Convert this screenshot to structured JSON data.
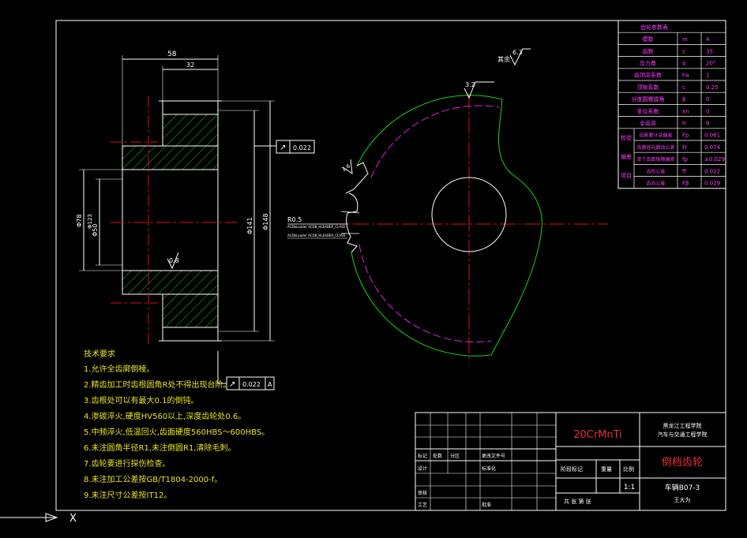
{
  "colors": {
    "bg": "#000000",
    "frame": "#ffffff",
    "table": "#ffffff",
    "hatch": "#19c819",
    "center": "#e01010",
    "dim": "#e8e8e8",
    "pitch": "#e020e0",
    "green": "#19d219",
    "notes": "#e6e61e",
    "magenta": "#ff3cff",
    "red": "#e83030"
  },
  "drawing": {
    "section": {
      "dim_58": "58",
      "dim_32": "32",
      "dia_78": "Φ78",
      "dia_123": "Φ123",
      "dia_50": "Φ50",
      "dia_141": "Φ141",
      "dia_148": "Φ148",
      "rough_08": "0.8"
    },
    "tol_frame_top": {
      "symbol": "↗",
      "value": "0.022"
    },
    "tol_frame_bottom": {
      "symbol": "↗",
      "value": "0.022",
      "datum": "A"
    },
    "face": {
      "rough_32": "3.2",
      "rough_16": "1.6",
      "radius": "R0.5",
      "leader_1": "ACDbLeader ACDB_HLEADER_CLASS",
      "leader_2": "ACDbLeader ACDB_HLEADER_CLASS"
    },
    "rough_general": {
      "label": "其余",
      "value": "6.3"
    }
  },
  "params": {
    "title": "齿轮参数表",
    "rows": [
      {
        "name": "模数",
        "sym": "m",
        "val": "4"
      },
      {
        "name": "齿数",
        "sym": "z",
        "val": "35"
      },
      {
        "name": "压力角",
        "sym": "α",
        "val": "20°"
      },
      {
        "name": "齿顶高系数",
        "sym": "ha",
        "val": "1"
      },
      {
        "name": "顶隙系数",
        "sym": "c",
        "val": "0.25"
      },
      {
        "name": "分度圆螺旋角",
        "sym": "β",
        "val": "0"
      },
      {
        "name": "变位系数",
        "sym": "xn",
        "val": "0"
      },
      {
        "name": "全齿高",
        "sym": "h",
        "val": "9"
      }
    ],
    "group_labels": [
      "检验",
      "项目"
    ],
    "group_label_mid": "偏差",
    "check_rows": [
      {
        "name": "齿距累计总偏差",
        "sym": "Fp",
        "val": "0.061"
      },
      {
        "name": "齿廓径向跳动公差",
        "sym": "Fr",
        "val": "0.074"
      },
      {
        "name": "单个齿距极限偏差",
        "sym": "fp",
        "val": "±0.029"
      },
      {
        "name": "齿形公差",
        "sym": "ff",
        "val": "0.022"
      },
      {
        "name": "齿向公差",
        "sym": "Fβ",
        "val": "0.029"
      }
    ]
  },
  "notes": {
    "title": "技术要求",
    "items": [
      "1.允许全齿廓倒棱。",
      "2.精齿加工时齿根圆角R处不得出现台阶。",
      "3.齿根处可以有最大0.1的倒钝。",
      "4.渗碳淬火,硬度HV560以上,深度齿轮处0.6。",
      "5.中频淬火,低温回火,齿面硬度560HBS～600HBS。",
      "6.未注圆角半径R1,未注倒圆R1,清除毛刺。",
      "7.齿轮要进行探伤检查。",
      "8.未注加工公差按GB/T1804-2000-f。",
      "9.未注尺寸公差按IT12。"
    ]
  },
  "title_block": {
    "material": "20CrMnTi",
    "school": "黑龙江工程学院",
    "dept": "汽车与交通工程学院",
    "part_name": "倒档齿轮",
    "drawing_no": "车辆B07-3",
    "scale": "1:1",
    "scale_label": "比例",
    "weight_label": "重量",
    "stage_label": "阶段标记",
    "sheets": "共  张  第  张",
    "designer": "王大为",
    "row_labels": [
      "标记",
      "处数",
      "分区",
      "更改文件号"
    ],
    "row2": [
      "设计",
      "标准化"
    ],
    "row3": [
      "审核"
    ],
    "row4": [
      "工艺",
      "批准"
    ]
  },
  "ucs": {
    "label": "X"
  }
}
